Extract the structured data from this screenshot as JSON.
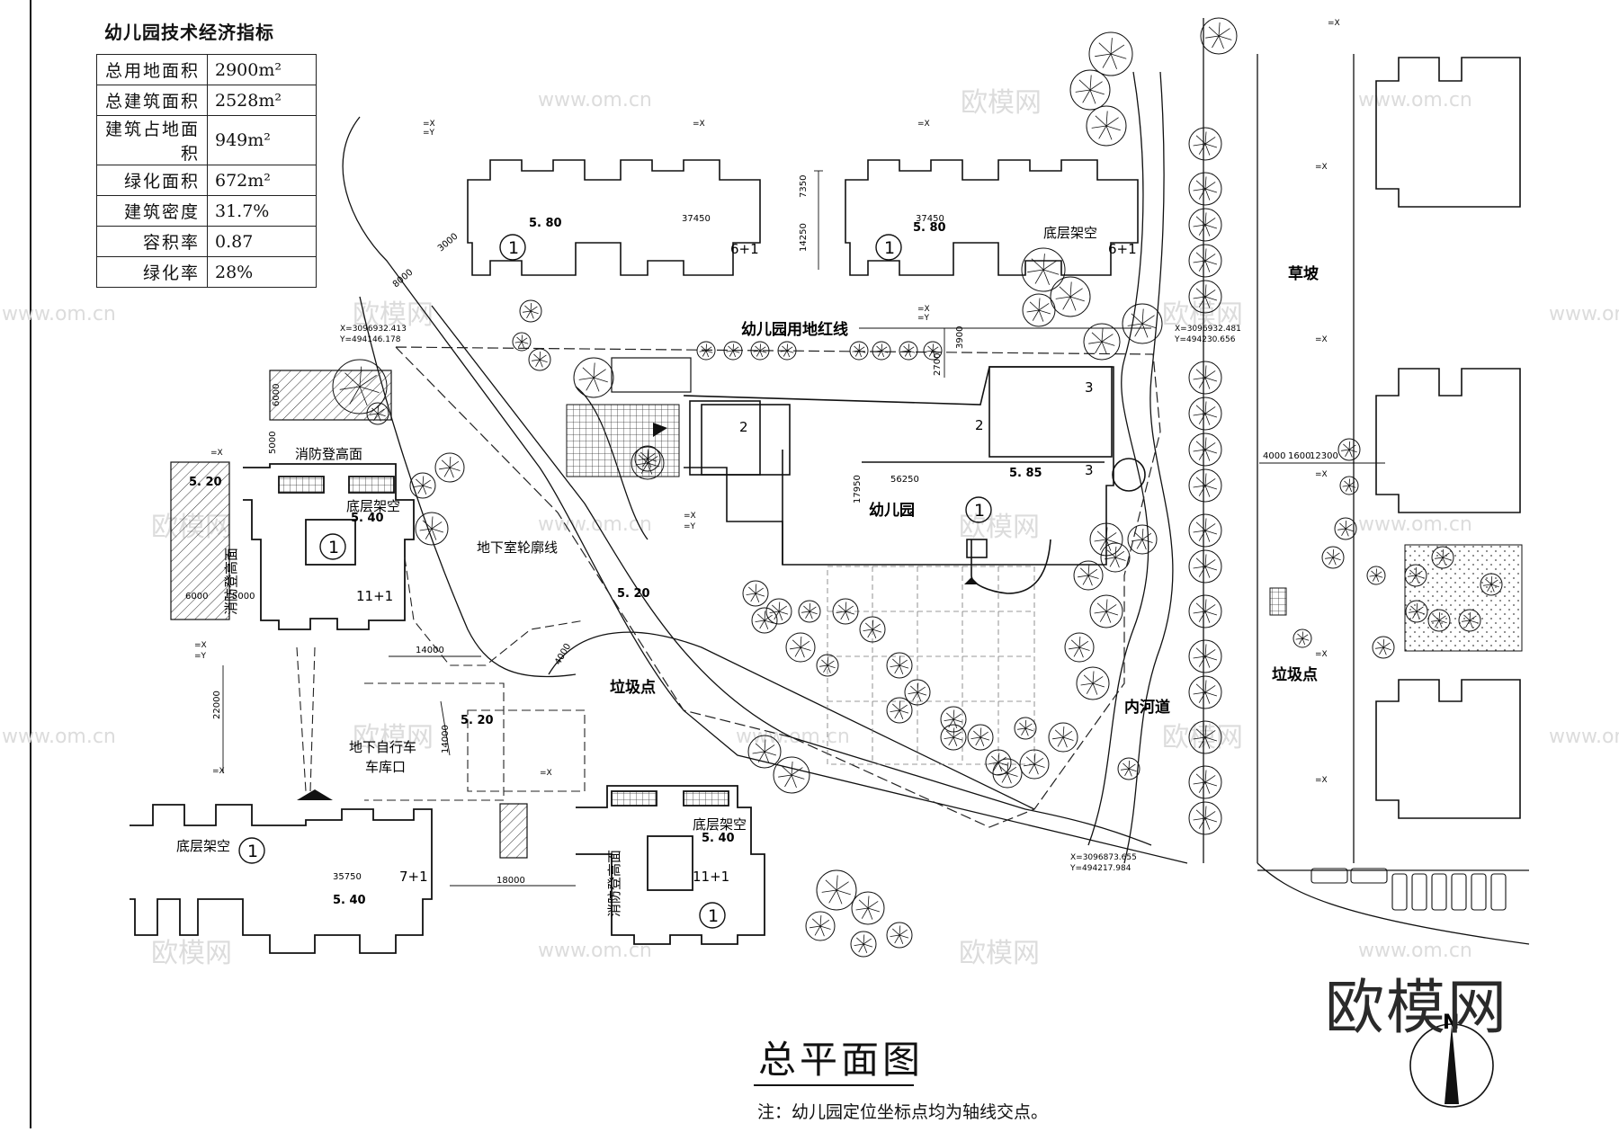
{
  "table": {
    "title": "幼儿园技术经济指标",
    "rows": [
      {
        "label": "总用地面积",
        "value": "2900m²"
      },
      {
        "label": "总建筑面积",
        "value": "2528m²"
      },
      {
        "label": "建筑占地面积",
        "value": "949m²"
      },
      {
        "label": "绿化面积",
        "value": "672m²"
      },
      {
        "label": "建筑密度",
        "value": "31.7%"
      },
      {
        "label": "容积率",
        "value": "0.87"
      },
      {
        "label": "绿化率",
        "value": "28%"
      }
    ]
  },
  "labels": {
    "redline": "幼儿园用地红线",
    "kindergarten": "幼儿园",
    "grass_slope": "草坡",
    "garbage": "垃圾点",
    "river": "内河道",
    "basement_outline": "地下室轮廓线",
    "bike_garage_1": "地下自行车",
    "bike_garage_2": "车库口",
    "fire_face": "消防登高面",
    "stilt_floor": "底层架空",
    "floors_6": "6+1",
    "floors_11": "11+1",
    "floors_7": "7+1",
    "circle_1": "1",
    "block_2": "2",
    "block_3": "3"
  },
  "elevations": {
    "e580": "5. 80",
    "e585": "5. 85",
    "e520": "5. 20",
    "e540": "5. 40"
  },
  "dimensions": {
    "d37450": "37450",
    "d7350": "7350",
    "d14250": "14250",
    "d56250": "56250",
    "d17950": "17950",
    "d14000": "14000",
    "d22000": "22000",
    "d18000": "18000",
    "d35750": "35750",
    "d12300": "12300",
    "d5000": "5000",
    "d6000": "6000",
    "d3900": "3900",
    "d2700": "2700",
    "d4000": "4000",
    "d8000": "8000",
    "d3000": "3000",
    "d1600": "1600"
  },
  "coords": {
    "p1x": "X=3096932.413",
    "p1y": "Y=494146.178",
    "p2x": "X=3096932.481",
    "p2y": "Y=494230.656",
    "p3x": "X=3096873.655",
    "p3y": "Y=494217.984"
  },
  "coord_tags": {
    "xa": "=X",
    "ya": "=Y"
  },
  "title": "总平面图",
  "note": "注：幼儿园定位坐标点均为轴线交点。",
  "brand": "欧模网",
  "north": "N",
  "watermarks": {
    "cn": "欧模网",
    "url": "www.om.cn"
  }
}
